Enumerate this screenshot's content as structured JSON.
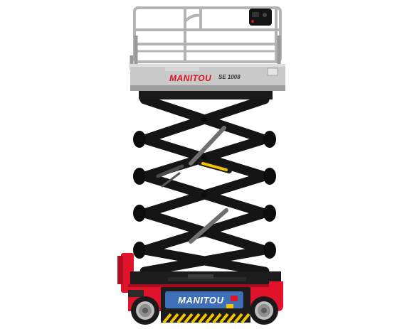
{
  "image": {
    "subject": "scissor-lift",
    "colors": {
      "background": "#ffffff",
      "platform": "#c9c9c9",
      "platform_dark": "#9e9e9e",
      "scissor_arms": "#151515",
      "chassis_red": "#e0132b",
      "chassis_dark": "#1c1c1c",
      "hazard_yellow": "#f4c400",
      "brand_red": "#d8141f",
      "brand_blue": "#3f6fb6",
      "cylinder": "#7d7d7d"
    }
  },
  "platform": {
    "brand": "MANITOU",
    "model": "SE 1008"
  },
  "chassis": {
    "brand": "MANITOU"
  }
}
